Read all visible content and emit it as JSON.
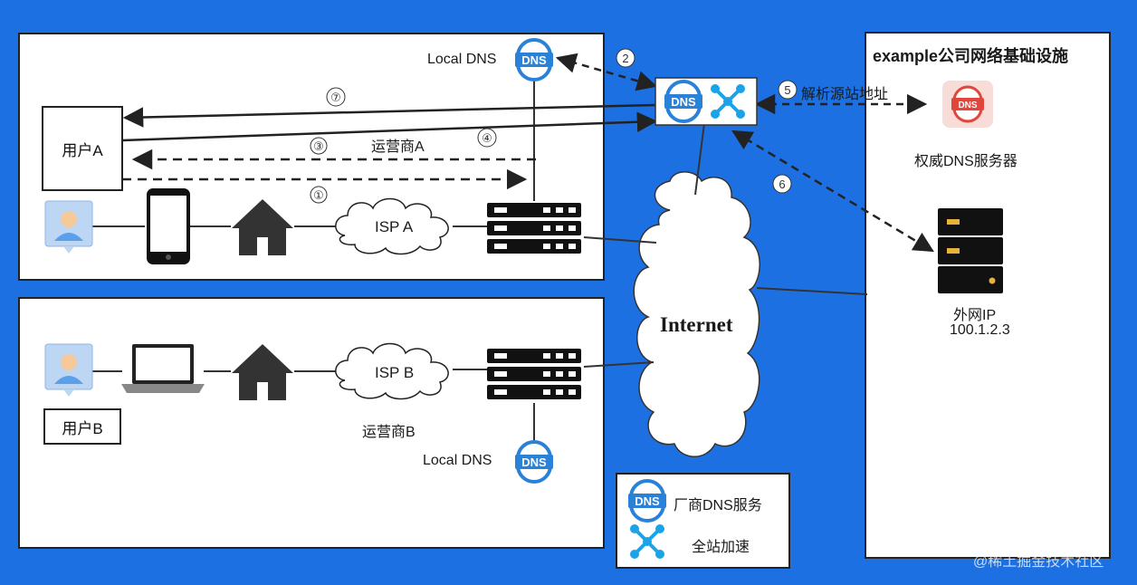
{
  "region_a": {
    "user_label": "用户A",
    "local_dns_label": "Local DNS",
    "isp_label": "ISP A",
    "carrier_label": "运营商A"
  },
  "region_b": {
    "user_label": "用户B",
    "local_dns_label": "Local DNS",
    "isp_label": "ISP B",
    "carrier_label": "运营商B"
  },
  "internet_label": "Internet",
  "infra": {
    "title": "example公司网络基础设施",
    "auth_dns_label": "权威DNS服务器",
    "external_ip_label": "外网IP",
    "external_ip_value": "100.1.2.3"
  },
  "icon_text": {
    "dns": "DNS"
  },
  "steps": [
    {
      "num": "①"
    },
    {
      "num": "2"
    },
    {
      "num": "③"
    },
    {
      "num": "④"
    },
    {
      "num": "5",
      "label": "解析源站地址"
    },
    {
      "num": "6"
    },
    {
      "num": "⑦"
    }
  ],
  "legend": {
    "dns_service_label": "厂商DNS服务",
    "acceleration_label": "全站加速"
  },
  "watermark_text": "@稀土掘金技术社区",
  "colors": {
    "background": "#1d70e2",
    "dns_blue": "#2a82d8",
    "accel_cyan": "#1aa3e8",
    "auth_dns_red": "#e0463c"
  }
}
